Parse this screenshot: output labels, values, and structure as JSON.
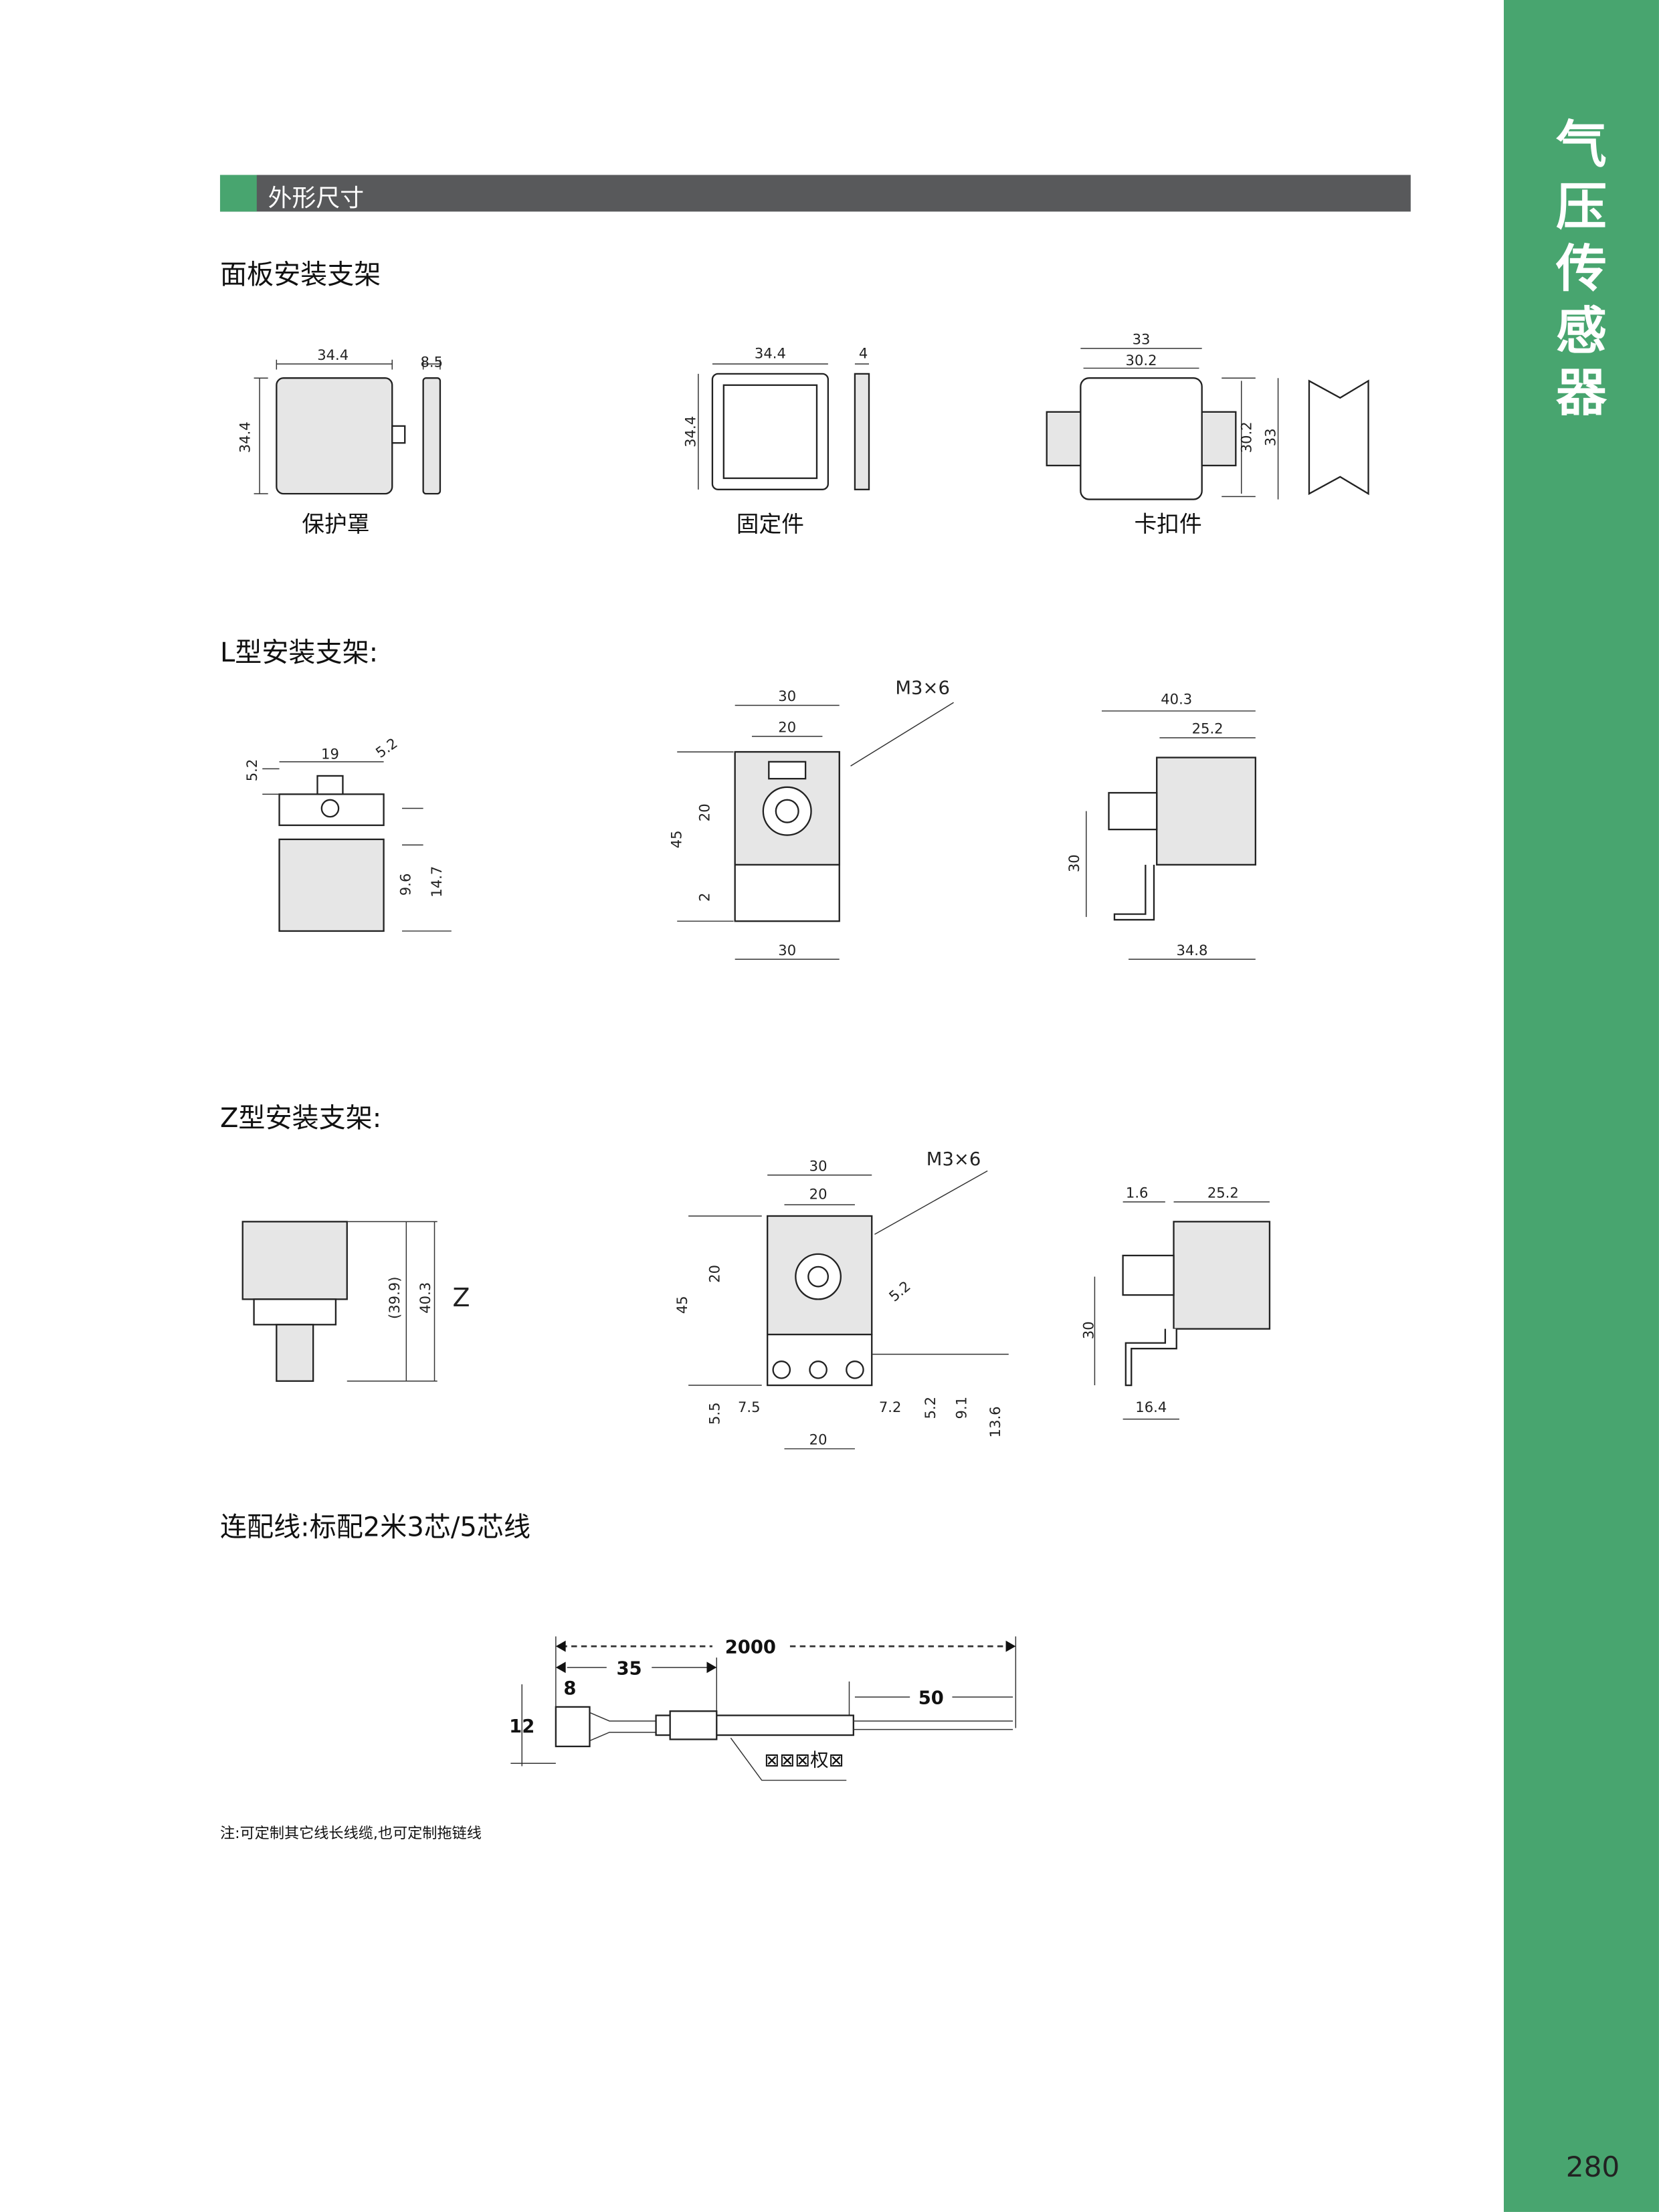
{
  "sidebar": {
    "title": "气压传感器",
    "page_number": "280"
  },
  "header": {
    "title": "外形尺寸"
  },
  "sections": {
    "panel": "面板安装支架",
    "l_bracket": "L型安装支架:",
    "z_bracket": "Z型安装支架:",
    "cable": "连配线:标配2米3芯/5芯线"
  },
  "panel": {
    "cover": {
      "caption": "保护罩",
      "dims": [
        "34.4",
        "8.5",
        "34.4"
      ]
    },
    "fixer": {
      "caption": "固定件",
      "dims": [
        "34.4",
        "4",
        "34.4"
      ]
    },
    "clip": {
      "caption": "卡扣件",
      "dims": [
        "33",
        "30.2",
        "30.2",
        "33"
      ]
    }
  },
  "l_bracket": {
    "left": [
      "5.2",
      "19",
      "5.2",
      "9.6",
      "14.7"
    ],
    "front": [
      "30",
      "20",
      "M3×6",
      "20",
      "45",
      "2",
      "30"
    ],
    "side": [
      "40.3",
      "25.2",
      "30",
      "34.8"
    ]
  },
  "z_bracket": {
    "left": [
      "(39.9)",
      "40.3",
      "Z"
    ],
    "front": [
      "30",
      "20",
      "M3×6",
      "20",
      "45",
      "5.2",
      "5.5",
      "7.5",
      "7.2",
      "5.2",
      "9.1",
      "13.6",
      "20"
    ],
    "side": [
      "1.6",
      "25.2",
      "30",
      "16.4"
    ]
  },
  "cable": {
    "dims": [
      "2000",
      "35",
      "8",
      "12",
      "50"
    ],
    "label": "⊠⊠⊠权⊠"
  },
  "note": "注:可定制其它线长线缆,也可定制拖链线"
}
